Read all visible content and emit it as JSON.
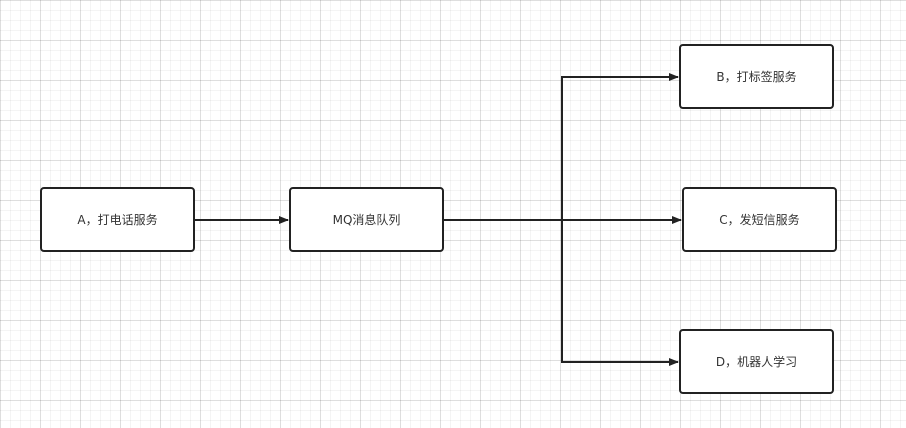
{
  "diagram": {
    "nodes": {
      "a": {
        "label": "A，打电话服务"
      },
      "mq": {
        "label": "MQ消息队列"
      },
      "b": {
        "label": "B，打标签服务"
      },
      "c": {
        "label": "C，发短信服务"
      },
      "d": {
        "label": "D，机器人学习"
      }
    },
    "edges": [
      {
        "from": "a",
        "to": "mq"
      },
      {
        "from": "mq",
        "to": "b"
      },
      {
        "from": "mq",
        "to": "c"
      },
      {
        "from": "mq",
        "to": "d"
      }
    ]
  },
  "colors": {
    "stroke": "#222222",
    "text": "#333333",
    "background": "#ffffff"
  }
}
